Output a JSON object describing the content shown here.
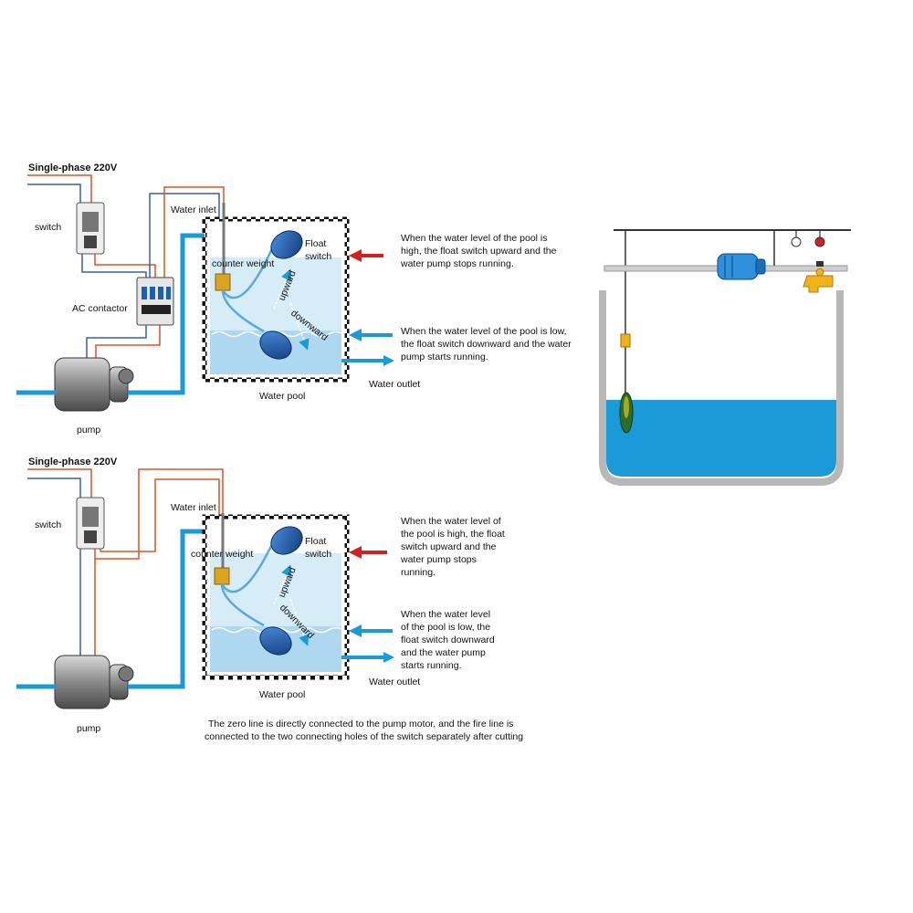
{
  "top": {
    "power": "Single-phase 220V",
    "switch": "switch",
    "contactor": "AC contactor",
    "pump": "pump",
    "water_inlet": "Water inlet",
    "counter_weight": "counter weight",
    "float_switch": [
      "Float",
      "switch"
    ],
    "upward": "upward",
    "downward": "downward",
    "water_pool": "Water pool",
    "water_outlet": "Water outlet",
    "note_high": [
      "When the water level of the pool is",
      "high, the float switch upward and the",
      "water pump stops running."
    ],
    "note_low": [
      "When the water level of the pool is low,",
      "the float switch downward and the water",
      "pump starts running."
    ]
  },
  "bottom": {
    "power": "Single-phase 220V",
    "switch": "switch",
    "pump": "pump",
    "water_inlet": "Water inlet",
    "counter_weight": "counter weight",
    "float_switch": [
      "Float",
      "switch"
    ],
    "upward": "upward",
    "downward": "downward",
    "water_pool": "Water pool",
    "water_outlet": "Water outlet",
    "note_high": [
      "When the water level of",
      "the pool is high, the float",
      "switch upward and the",
      "water pump stops",
      "running."
    ],
    "note_low": [
      "When the water level",
      "of the pool is low, the",
      "float switch downward",
      "and the water pump",
      "starts running."
    ],
    "caption": [
      "The zero line is directly connected to the pump motor, and the fire line is",
      "connected to the two connecting holes of the switch separately after cutting"
    ]
  },
  "colors": {
    "water": "#1a9ad6",
    "water_light": "#d6ecf7",
    "live_wire": "#e0502a",
    "neutral_wire": "#3a5bb0",
    "arrow_red": "#d42020",
    "float_body": "#1f5fb0",
    "weight": "#d9a520"
  }
}
